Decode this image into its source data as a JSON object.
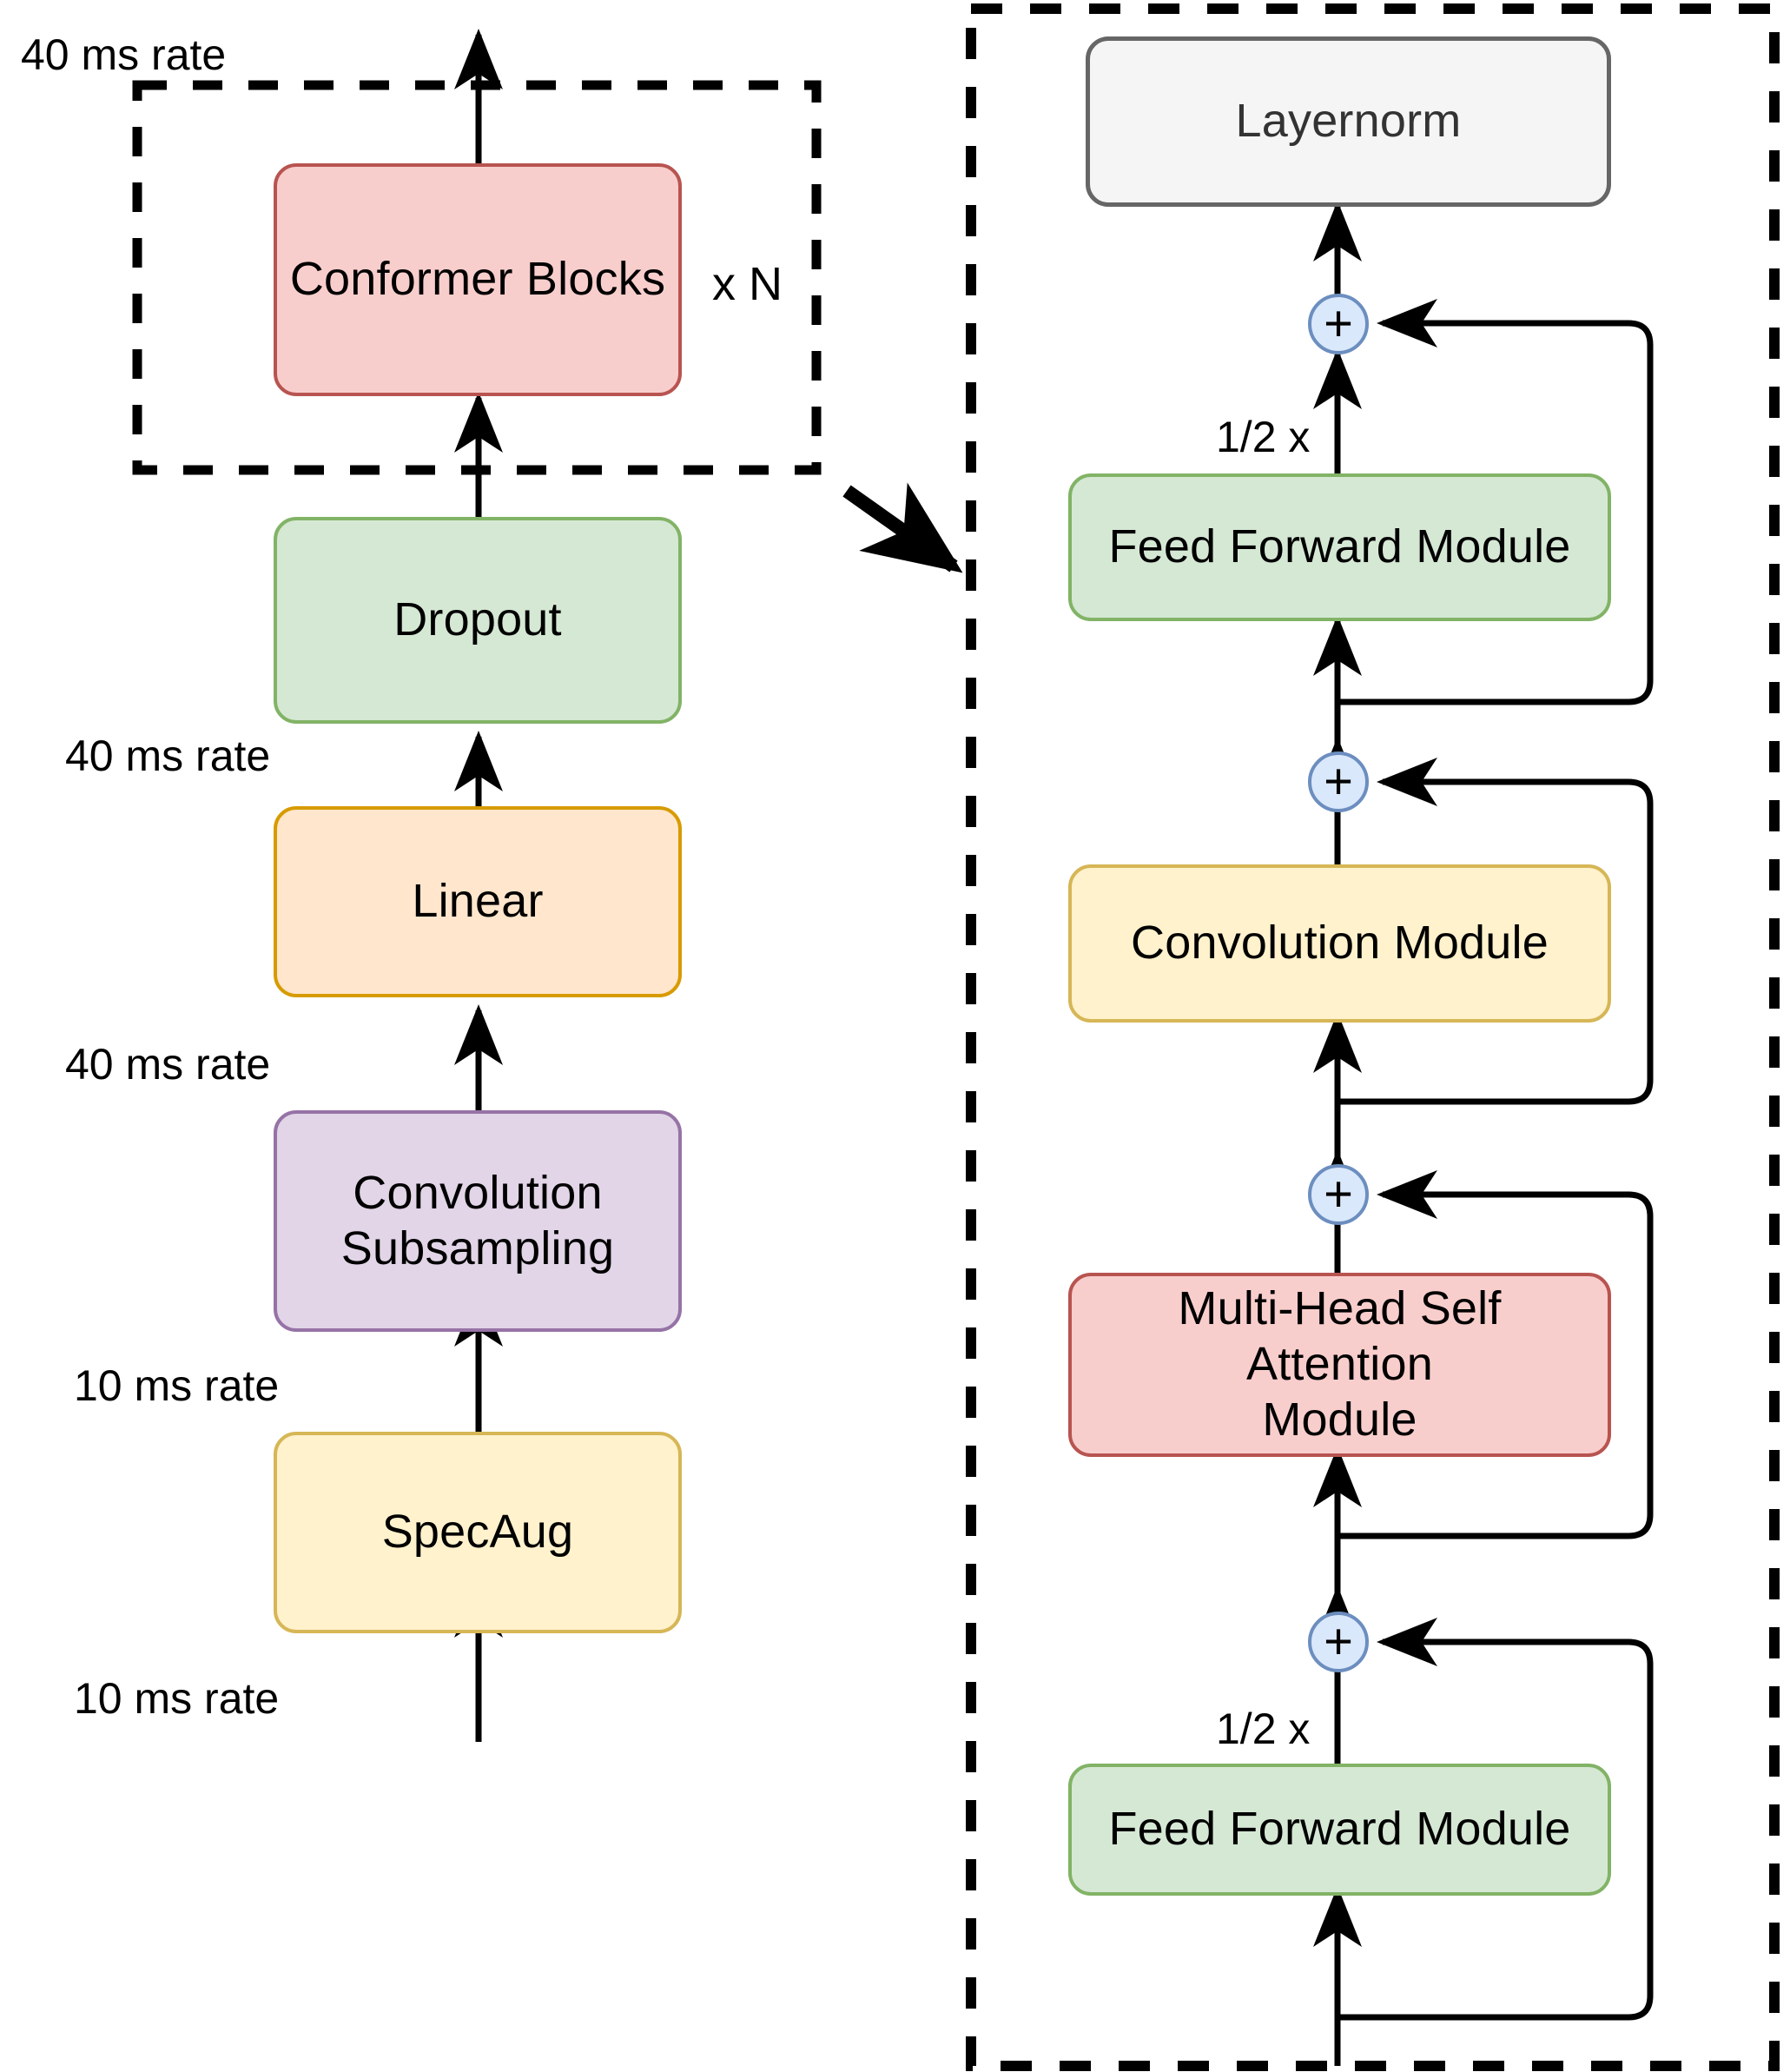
{
  "figure": {
    "type": "diagram",
    "subtype": "neural-network-architecture",
    "left_panel": {
      "group_label": "x N",
      "nodes": [
        {
          "id": "conformer-blocks",
          "label": "Conformer Blocks",
          "fill": "#f8cecc",
          "stroke": "#b85450"
        },
        {
          "id": "dropout",
          "label": "Dropout",
          "fill": "#d5e8d4",
          "stroke": "#82b366"
        },
        {
          "id": "linear",
          "label": "Linear",
          "fill": "#ffe6cc",
          "stroke": "#d79b00"
        },
        {
          "id": "convolution-subsampling",
          "label": "Convolution\nSubsampling",
          "line1": "Convolution",
          "line2": "Subsampling",
          "fill": "#e1d5e7",
          "stroke": "#9673a6"
        },
        {
          "id": "specaug",
          "label": "SpecAug",
          "fill": "#fff2cc",
          "stroke": "#d6b656"
        }
      ],
      "rate_labels": [
        {
          "id": "rate-output",
          "text": "40 ms rate"
        },
        {
          "id": "rate-dropout-in",
          "text": "40 ms rate"
        },
        {
          "id": "rate-linear-in",
          "text": "40 ms rate"
        },
        {
          "id": "rate-subsampling-in",
          "text": "10 ms rate"
        },
        {
          "id": "rate-input",
          "text": "10 ms rate"
        }
      ]
    },
    "right_panel": {
      "nodes": [
        {
          "id": "layernorm",
          "label": "Layernorm",
          "fill": "#f5f5f5",
          "stroke": "#666666"
        },
        {
          "id": "feed-forward-module-top",
          "label": "Feed Forward Module",
          "fill": "#d5e8d4",
          "stroke": "#82b366"
        },
        {
          "id": "convolution-module",
          "label": "Convolution Module",
          "fill": "#fff2cc",
          "stroke": "#d6b656"
        },
        {
          "id": "multi-head-self-attention-module",
          "label": "Multi-Head Self Attention\nModule",
          "line1": "Multi-Head Self Attention",
          "line2": "Module",
          "fill": "#f8cecc",
          "stroke": "#b85450"
        },
        {
          "id": "feed-forward-module-bottom",
          "label": "Feed Forward Module",
          "fill": "#d5e8d4",
          "stroke": "#82b366"
        }
      ],
      "adders": [
        {
          "id": "adder-4",
          "symbol": "+"
        },
        {
          "id": "adder-3",
          "symbol": "+"
        },
        {
          "id": "adder-2",
          "symbol": "+"
        },
        {
          "id": "adder-1",
          "symbol": "+"
        }
      ],
      "scale_labels": [
        {
          "id": "half-x-top",
          "text": "1/2 x"
        },
        {
          "id": "half-x-bottom",
          "text": "1/2 x"
        }
      ]
    },
    "colors": {
      "pink_fill": "#f8cecc",
      "pink_stroke": "#b85450",
      "green_fill": "#d5e8d4",
      "green_stroke": "#82b366",
      "orange_fill": "#ffe6cc",
      "orange_stroke": "#d79b00",
      "purple_fill": "#e1d5e7",
      "purple_stroke": "#9673a6",
      "yellow_fill": "#fff2cc",
      "yellow_stroke": "#d6b656",
      "gray_fill": "#f5f5f5",
      "gray_stroke": "#666666",
      "blue_fill": "#dae8fc",
      "blue_stroke": "#6c8ebf",
      "line": "#000000"
    }
  }
}
